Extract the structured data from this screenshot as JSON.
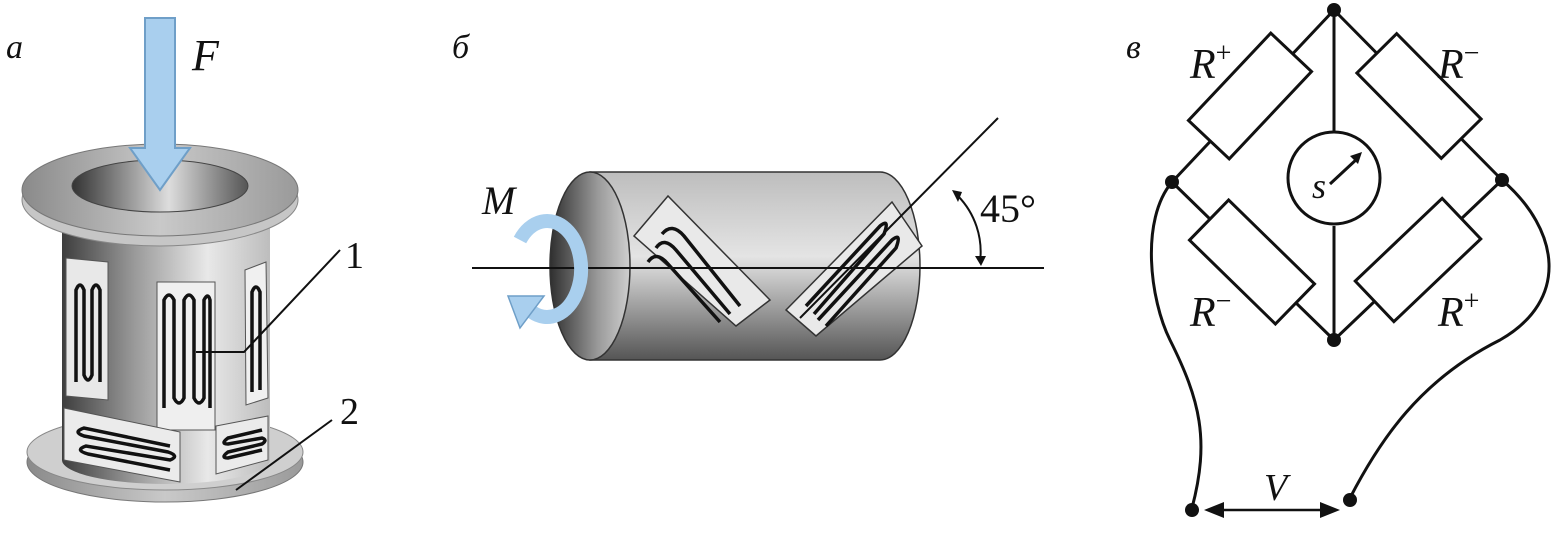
{
  "panels": {
    "a": {
      "letter": "а",
      "force_label": "F",
      "callout_1": "1",
      "callout_2": "2"
    },
    "b": {
      "letter": "б",
      "moment_label": "M",
      "angle_label": "45°"
    },
    "c": {
      "letter": "в",
      "resistor_top_left": {
        "base": "R",
        "sup": "+"
      },
      "resistor_top_right": {
        "base": "R",
        "sup": "−"
      },
      "resistor_bottom_left": {
        "base": "R",
        "sup": "−"
      },
      "resistor_bottom_right": {
        "base": "R",
        "sup": "+"
      },
      "meter_label": "s",
      "voltage_label": "V"
    }
  },
  "colors": {
    "arrow_fill": "#a9cfee",
    "arrow_stroke": "#6f9fc8",
    "metal_dark": "#4a4a4a",
    "metal_light": "#e6e6e6",
    "gauge_fill": "#e9e9e9",
    "ink": "#111111"
  }
}
